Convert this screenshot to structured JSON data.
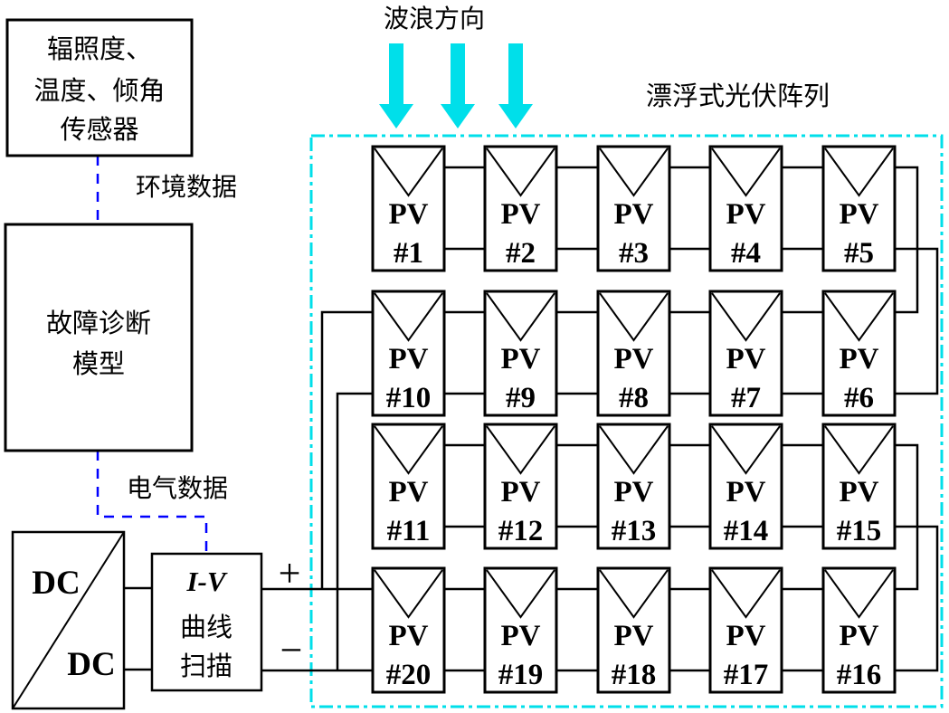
{
  "colors": {
    "accent_cyan": "#00DFEA",
    "accent_blue": "#0000FF",
    "line_black": "#000000",
    "background": "#FFFFFF"
  },
  "sensor_box": {
    "lines": [
      "辐照度、",
      "温度、倾角",
      "传感器"
    ]
  },
  "fault_box": {
    "lines": [
      "故障诊断",
      "模型"
    ]
  },
  "dcdc_box": {
    "top_label": "DC",
    "bottom_label": "DC"
  },
  "iv_box": {
    "lines": [
      "I-V",
      "曲线",
      "扫描"
    ]
  },
  "labels": {
    "env_data": "环境数据",
    "elec_data": "电气数据",
    "wave_direction": "波浪方向",
    "floating_pv_array": "漂浮式光伏阵列",
    "plus": "+",
    "minus": "−"
  },
  "pv_array": {
    "module_label": "PV",
    "modules": [
      "#1",
      "#2",
      "#3",
      "#4",
      "#5",
      "#6",
      "#7",
      "#8",
      "#9",
      "#10",
      "#11",
      "#12",
      "#13",
      "#14",
      "#15",
      "#16",
      "#17",
      "#18",
      "#19",
      "#20"
    ]
  }
}
